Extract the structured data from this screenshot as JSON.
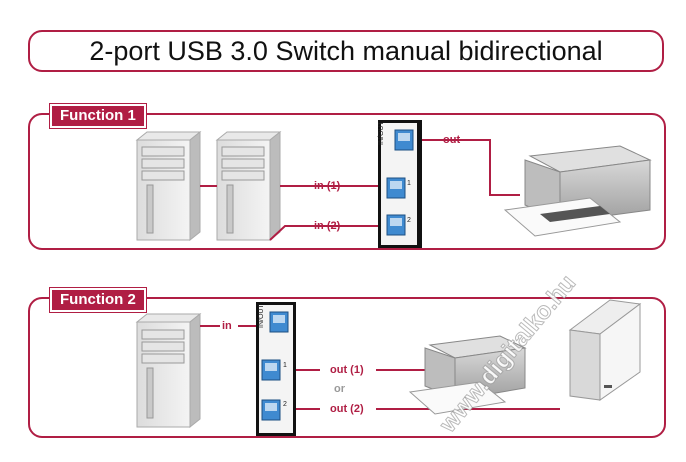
{
  "title": "2-port USB 3.0 Switch manual bidirectional",
  "function1": {
    "tag": "Function 1",
    "labels": {
      "in1": "in (1)",
      "in2": "in (2)",
      "out": "out"
    },
    "switch": {
      "inout_label": "IN/OUT",
      "port1": "1",
      "port2": "2"
    }
  },
  "function2": {
    "tag": "Function 2",
    "labels": {
      "in": "in",
      "out1": "out (1)",
      "or": "or",
      "out2": "out (2)"
    },
    "switch": {
      "inout_label": "IN/OUT",
      "port1": "1",
      "port2": "2"
    }
  },
  "watermark": "www.digitalko.hu",
  "colors": {
    "accent": "#b01e44",
    "line": "#b01e44",
    "device_gray": "#c9c9c9",
    "usb_blue": "#3f8ad0"
  }
}
